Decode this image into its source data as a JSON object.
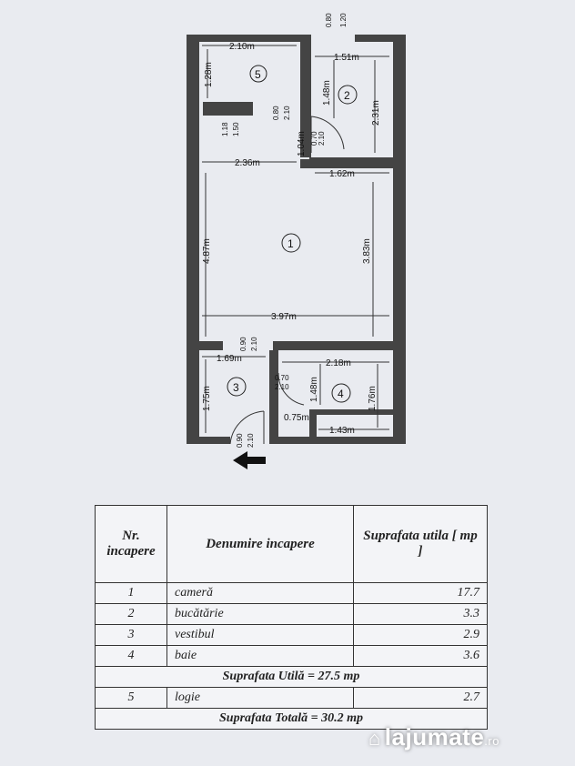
{
  "plan": {
    "dimensions": {
      "d_210_top": "2.10m",
      "d_151": "1.51m",
      "d_128": "1.28m",
      "d_148_top": "1.48m",
      "d_231": "2.31m",
      "d_236": "2.36m",
      "d_162": "1.62m",
      "d_104": "1.04m",
      "d_487": "4.87m",
      "d_383": "3.83m",
      "d_397": "3.97m",
      "d_169": "1.69m",
      "d_218": "2.18m",
      "d_175": "1.75m",
      "d_148_bot": "1.48m",
      "d_176": "1.76m",
      "d_075": "0.75m",
      "d_143": "1.43m",
      "door_top_a": "0.80",
      "door_top_b": "1.20",
      "door_5_a": "0.80",
      "door_5_b": "2.10",
      "wall_118": "1.18",
      "wall_150": "1.50",
      "door_2_a": "0.70",
      "door_2_b": "2.10",
      "door_1_a": "0.90",
      "door_1_b": "2.10",
      "door_4_a": "0.70",
      "door_4_b": "2.10",
      "entry_a": "0.90",
      "entry_b": "2.10"
    },
    "room_numbers": [
      "1",
      "2",
      "3",
      "4",
      "5"
    ]
  },
  "table": {
    "headers": {
      "nr": "Nr. incapere",
      "name": "Denumire incapere",
      "area": "Suprafata utila [ mp ]"
    },
    "rows": [
      {
        "nr": "1",
        "name": "cameră",
        "area": "17.7"
      },
      {
        "nr": "2",
        "name": "bucătărie",
        "area": "3.3"
      },
      {
        "nr": "3",
        "name": "vestibul",
        "area": "2.9"
      },
      {
        "nr": "4",
        "name": "baie",
        "area": "3.6"
      }
    ],
    "useful_total": "Suprafata Utilă = 27.5 mp",
    "loggia": {
      "nr": "5",
      "name": "logie",
      "area": "2.7"
    },
    "grand_total": "Suprafata Totală = 30.2 mp"
  },
  "watermark": {
    "brand": "lajumate",
    "tld": ".ro"
  }
}
